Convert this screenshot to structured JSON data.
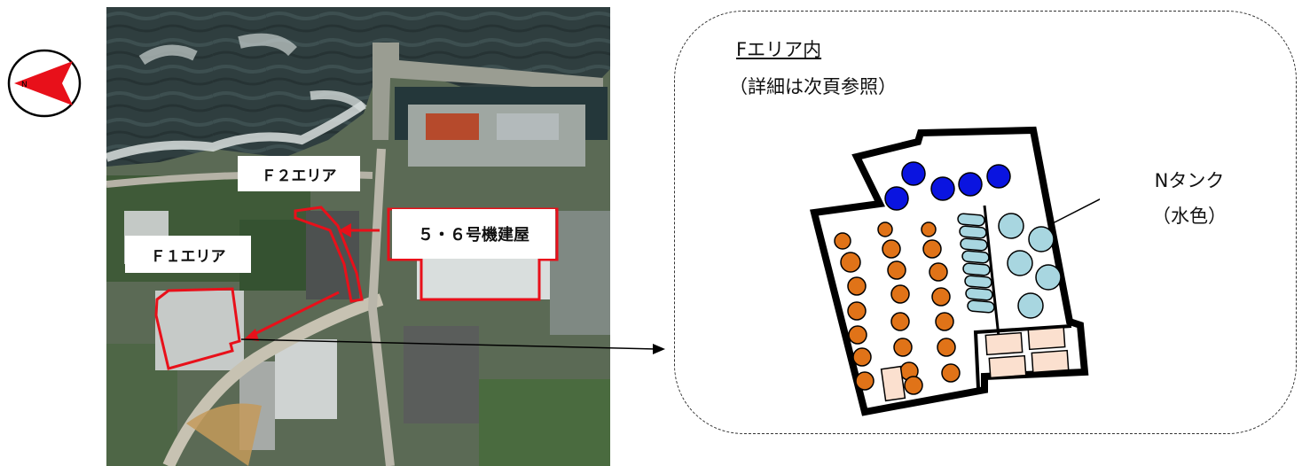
{
  "compass": {
    "north_label": "N",
    "icon": "compass-north-arrow-icon",
    "arrow_color": "#e8101a"
  },
  "map": {
    "labels": {
      "f2_area": "Ｆ２エリア",
      "f1_area": "Ｆ１エリア",
      "units_5_6_building": "５・６号機建屋"
    },
    "highlight_color": "#e8101a"
  },
  "detail": {
    "title": "Fエリア内",
    "subtitle": "（詳細は次頁参照）",
    "n_tank_label_line1": "Nタンク",
    "n_tank_label_line2": "（水色）",
    "colors": {
      "blue_tanks": "#0a14e0",
      "orange_tanks": "#e07318",
      "light_blue_tanks": "#a8d6e0",
      "pink_blocks": "#fbe0cf"
    }
  }
}
